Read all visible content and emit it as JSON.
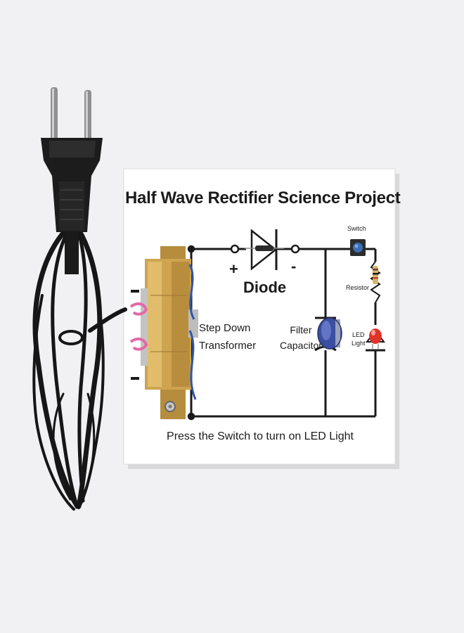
{
  "board": {
    "title": "Half Wave Rectifier Science Project",
    "diode_label": "Diode",
    "plus_sign": "+",
    "minus_sign": "-",
    "transformer_label_1": "Step Down",
    "transformer_label_2": "Transformer",
    "capacitor_label_1": "Filter",
    "capacitor_label_2": "Capacitor",
    "switch_label": "Switch",
    "resistor_label": "Resistor",
    "led_label_1": "LED",
    "led_label_2": "Light",
    "instruction": "Press the Switch to turn on LED Light"
  },
  "colors": {
    "background": "#f1f1f3",
    "board": "#ffffff",
    "wire": "#1a1a1a",
    "transformer_gold": "#c9a04a",
    "cable": "#161616",
    "led": "#e0332b",
    "switch_cap": "#3a6fb5",
    "capacitor_blue": "#3b4fa0"
  }
}
